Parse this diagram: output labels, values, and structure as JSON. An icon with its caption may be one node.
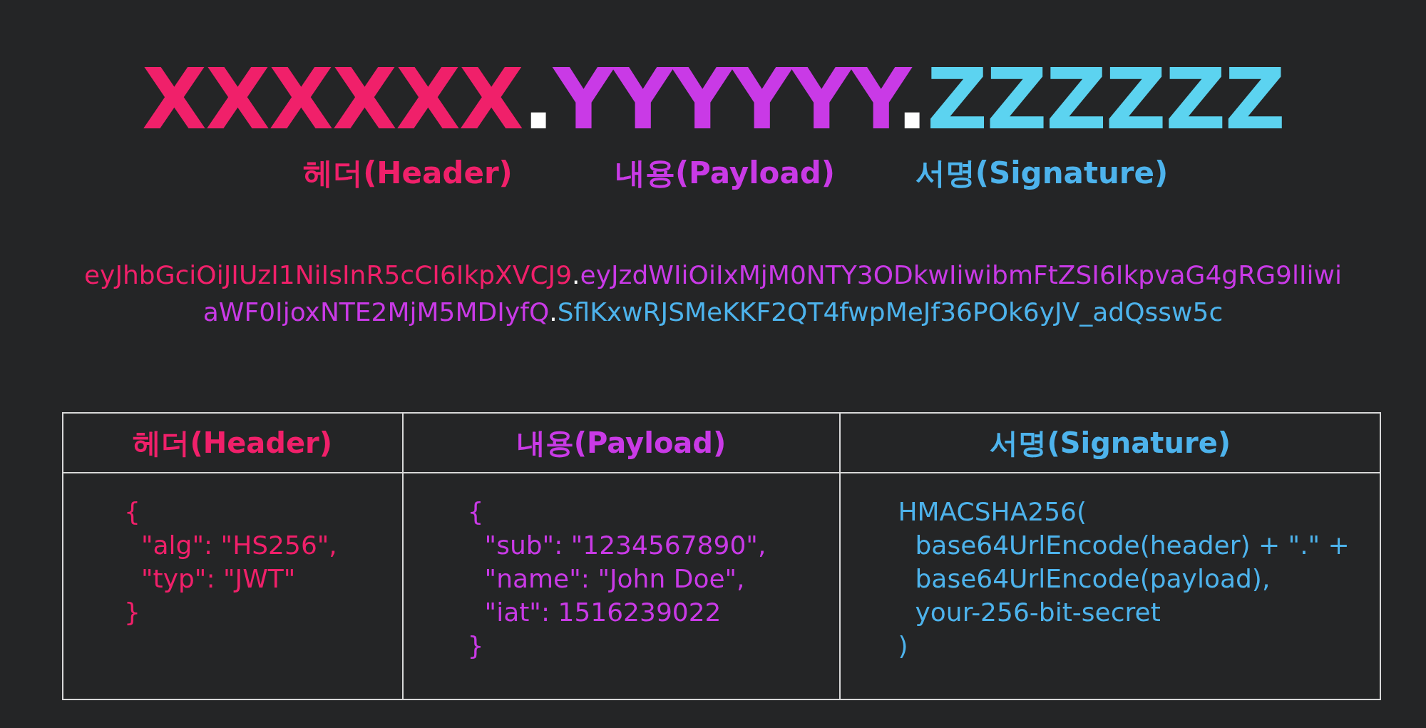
{
  "diagram": {
    "labels": [
      "XXXXXX",
      ".",
      "YYYYYY",
      ".",
      "ZZZZZZ",
      "헤더(Header)",
      "내용(Payload)",
      "서명(Signature)",
      "eyJhbGciOiJIUzI1NiIsInR5cCI6IkpXVCJ9",
      ".",
      "eyJzdWIiOiIxMjM0NTY3ODkwIiwibmFtZSI6IkpvaG4gRG9lIiwiaWF0IjoxNTE2MjM5MDIyfQ",
      ".",
      "SflKxwRJSMeKKF2QT4fwpMeJf36POk6yJV_adQssw5c",
      "헤더(Header)",
      "내용(Payload)",
      "서명(Signature)",
      "{",
      "\"alg\": \"HS256\",",
      "\"typ\": \"JWT\"",
      "}",
      "{",
      "\"sub\": \"1234567890\",",
      "\"name\": \"John Doe\",",
      "\"iat\": 1516239022",
      "}",
      "HMACSHA256(",
      "base64UrlEncode(header) + \".\" +",
      "base64UrlEncode(payload),",
      "your-256-bit-secret",
      ")"
    ]
  }
}
